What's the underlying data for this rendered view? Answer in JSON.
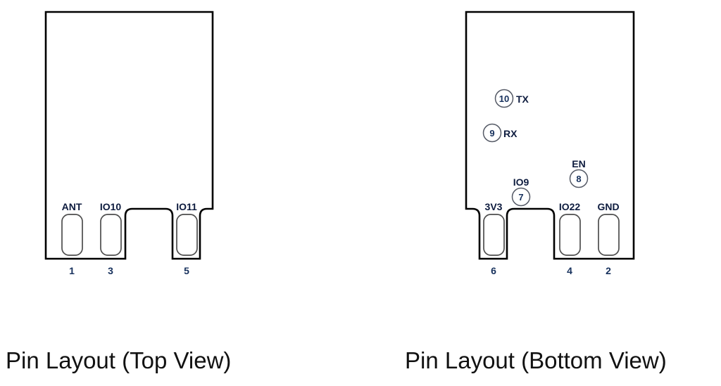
{
  "figure": {
    "title_top": "Pin Layout (Top View)",
    "title_bottom": "Pin Layout (Bottom View)"
  },
  "top_view": {
    "caption": "Pin Layout (Top View)",
    "pads": [
      {
        "label": "ANT",
        "number": "1"
      },
      {
        "label": "IO10",
        "number": "3"
      },
      {
        "label": "IO11",
        "number": "5"
      }
    ]
  },
  "bottom_view": {
    "caption": "Pin Layout (Bottom View)",
    "pads": [
      {
        "label": "3V3",
        "number": "6"
      },
      {
        "label": "IO22",
        "number": "4"
      },
      {
        "label": "GND",
        "number": "2"
      }
    ],
    "inner_pins": [
      {
        "label": "TX",
        "number": "10"
      },
      {
        "label": "RX",
        "number": "9"
      },
      {
        "label": "EN",
        "number": "8"
      },
      {
        "label": "IO9",
        "number": "7"
      }
    ]
  },
  "colors": {
    "outline": "#000000",
    "pad_stroke": "#4d4d4d",
    "label_text": "#0d1b3e",
    "pin_number_text": "#16305c",
    "background": "#ffffff",
    "caption_text": "#111111"
  }
}
